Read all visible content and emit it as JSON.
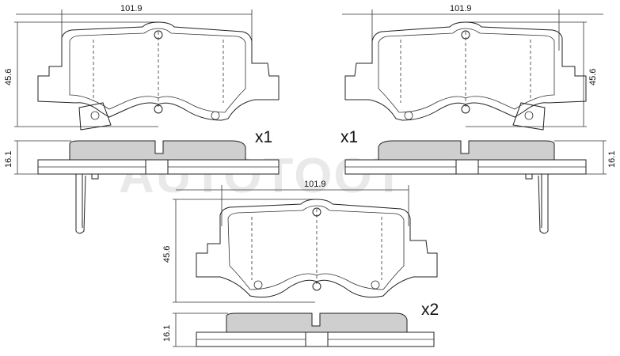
{
  "watermark": "AUTOTOOT",
  "views": [
    {
      "width_label": "101.9",
      "height_label": "45.6",
      "thickness_label": "16.1",
      "quantity_label": "x1"
    },
    {
      "width_label": "101.9",
      "height_label": "45.6",
      "thickness_label": "16.1",
      "quantity_label": "x1"
    },
    {
      "width_label": "101.9",
      "height_label": "45.6",
      "thickness_label": "16.1",
      "quantity_label": "x2"
    }
  ]
}
